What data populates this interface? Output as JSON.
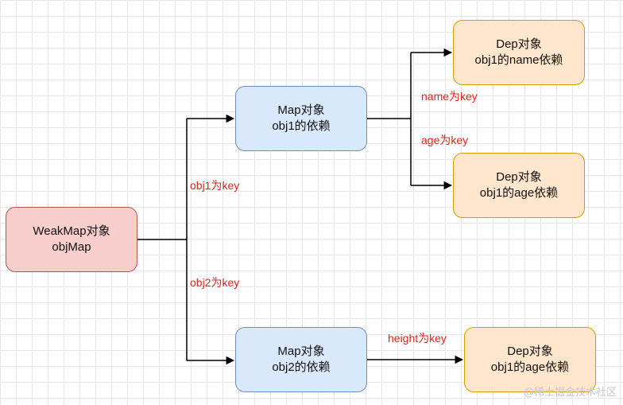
{
  "nodes": {
    "weakmap": {
      "line1": "WeakMap对象",
      "line2": "objMap"
    },
    "map_obj1": {
      "line1": "Map对象",
      "line2": "obj1的依赖"
    },
    "map_obj2": {
      "line1": "Map对象",
      "line2": "obj2的依赖"
    },
    "dep_name": {
      "line1": "Dep对象",
      "line2": "obj1的name依赖"
    },
    "dep_age": {
      "line1": "Dep对象",
      "line2": "obj1的age依赖"
    },
    "dep_height": {
      "line1": "Dep对象",
      "line2": "obj1的age依赖"
    }
  },
  "edge_labels": {
    "obj1_key": "obj1为key",
    "obj2_key": "obj2为key",
    "name_key": "name为key",
    "age_key": "age为key",
    "height_key": "height为key"
  },
  "watermark": "@稀土掘金技术社区",
  "colors": {
    "label_red": "#e0251f",
    "weakmap_fill": "#f8cecc",
    "map_fill": "#dae8fc",
    "dep_fill": "#ffe6cc"
  }
}
